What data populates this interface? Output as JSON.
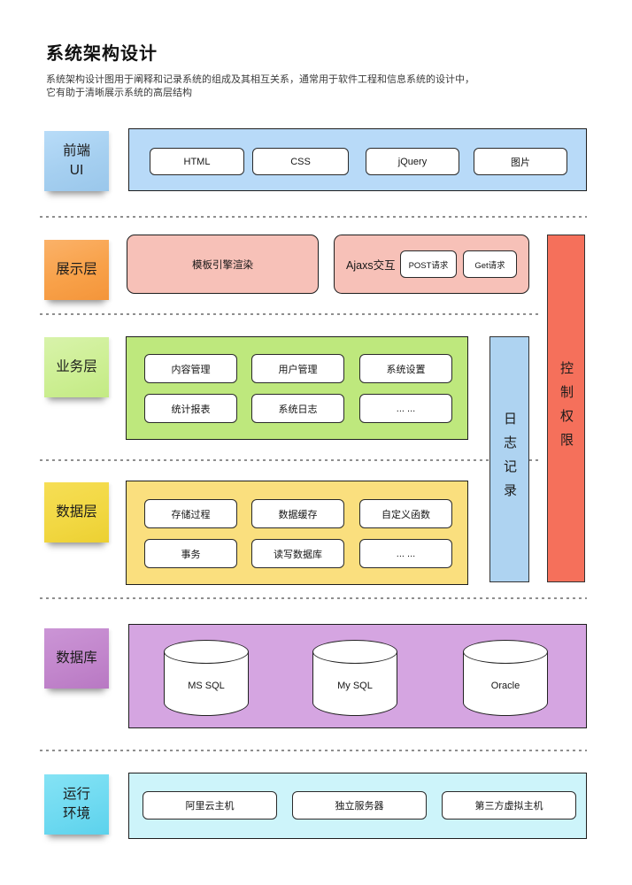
{
  "page": {
    "title": "系统架构设计",
    "description_line1": "系统架构设计图用于阐释和记录系统的组成及其相互关系，通常用于软件工程和信息系统的设计中，",
    "description_line2": "它有助于清晰展示系统的高层结构"
  },
  "layers": [
    {
      "id": "frontend",
      "sticky_lines": [
        "前端",
        "UI"
      ],
      "items": [
        "HTML",
        "CSS",
        "jQuery",
        "图片"
      ]
    },
    {
      "id": "presentation",
      "sticky_lines": [
        "展示层"
      ],
      "blocks": {
        "template_label": "模板引擎渲染",
        "ajax": {
          "label": "Ajaxs交互",
          "items": [
            "POST请求",
            "Get请求"
          ]
        }
      }
    },
    {
      "id": "business",
      "sticky_lines": [
        "业务层"
      ],
      "items": [
        "内容管理",
        "用户管理",
        "系统设置",
        "统计报表",
        "系统日志",
        "... ..."
      ]
    },
    {
      "id": "data",
      "sticky_lines": [
        "数据层"
      ],
      "items": [
        "存储过程",
        "数据缓存",
        "自定义函数",
        "事务",
        "读写数据库",
        "... ..."
      ]
    },
    {
      "id": "database",
      "sticky_lines": [
        "数据库"
      ],
      "items": [
        "MS SQL",
        "My SQL",
        "Oracle"
      ]
    },
    {
      "id": "runtime",
      "sticky_lines": [
        "运行",
        "环境"
      ],
      "items": [
        "阿里云主机",
        "独立服务器",
        "第三方虚拟主机"
      ]
    }
  ],
  "side_bars": {
    "log_bar_label": "日志记录",
    "access_bar_label": "控制权限"
  },
  "colors": {
    "frontend_sticky": "#a9d2f1",
    "frontend_container": "#b8daf8",
    "presentation_sticky": "#f8a149",
    "presentation_container": "#f7c1b8",
    "business_sticky": "#cdef94",
    "business_container": "#bee87d",
    "data_sticky": "#f2d843",
    "data_container": "#fadf7e",
    "database_sticky": "#c286cc",
    "database_container": "#d5a5e1",
    "runtime_sticky": "#6fdaf1",
    "runtime_container": "#cdf4fa",
    "log_bar": "#aed3f1",
    "access_bar": "#f5705b"
  }
}
